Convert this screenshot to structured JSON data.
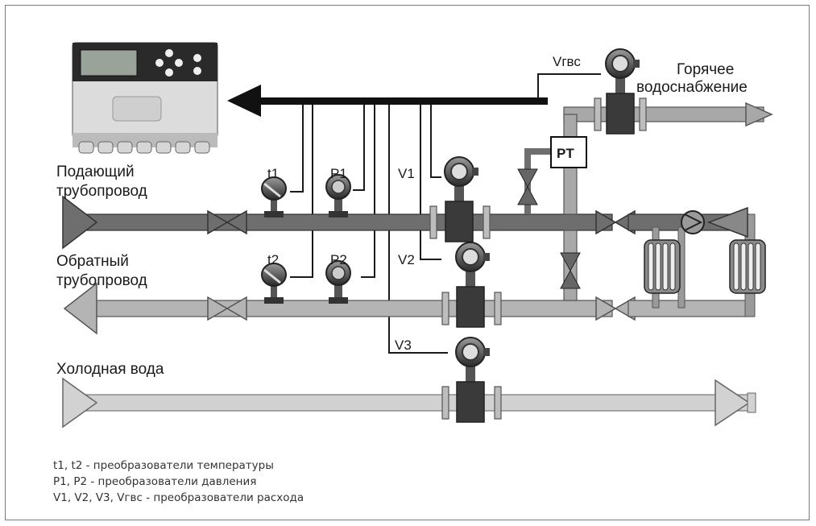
{
  "labels": {
    "supply_line": [
      "Подающий",
      "трубопровод"
    ],
    "return_line": [
      "Обратный",
      "трубопровод"
    ],
    "cold_water": "Холодная вода",
    "hot_water": [
      "Горячее",
      "водоснабжение"
    ],
    "t1": "t1",
    "t2": "t2",
    "p1": "P1",
    "p2": "P2",
    "v1": "V1",
    "v2": "V2",
    "v3": "V3",
    "vgvs": "Vгвс",
    "pt": "PT"
  },
  "legend": [
    "t1, t2 - преобразователи температуры",
    "P1, P2 - преобразователи давления",
    "V1, V2, V3, Vгвс - преобразователи расхода"
  ],
  "colors": {
    "supply_pipe": "#6e6e6e",
    "return_pipe": "#b4b4b4",
    "cold_pipe": "#d2d2d2",
    "dark": "#2e2e2e"
  }
}
